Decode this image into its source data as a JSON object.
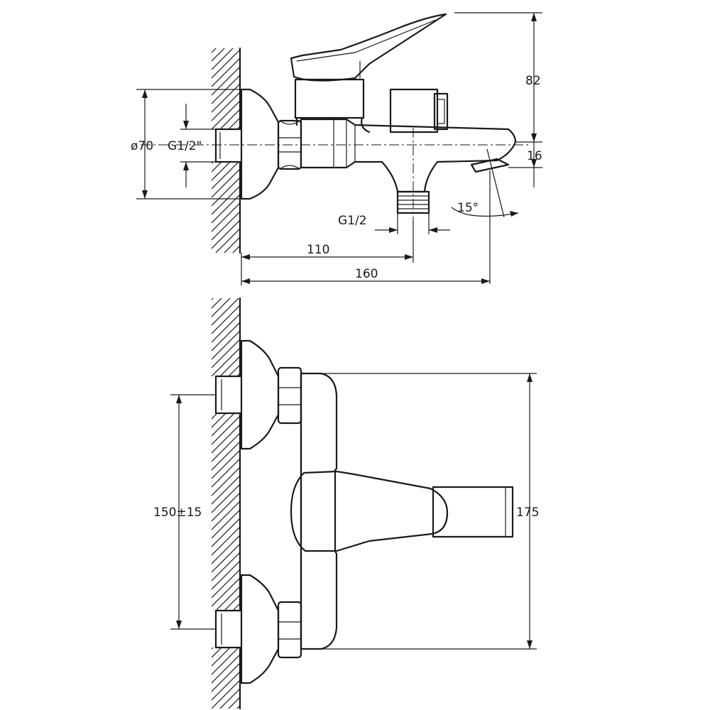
{
  "side_view": {
    "dim_height_top": "82",
    "dim_spout_height": "16",
    "dim_flange_dia": "ø70",
    "dim_inlet_thread": "G1/2\"",
    "dim_outlet_thread": "G1/2",
    "dim_angle": "15°",
    "dim_outlet_distance": "110",
    "dim_total_depth": "160"
  },
  "front_view": {
    "dim_inlet_spacing": "150±15",
    "dim_body_height": "175"
  }
}
